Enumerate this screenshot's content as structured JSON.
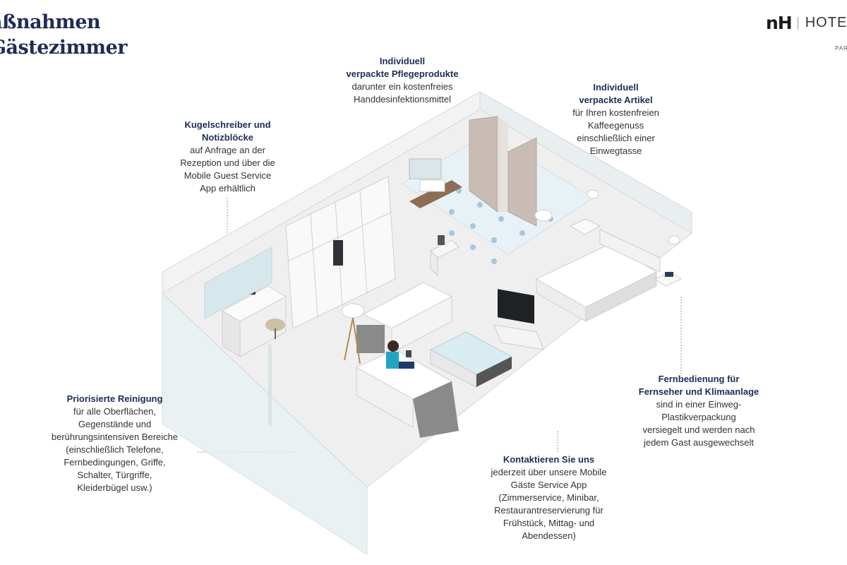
{
  "header": {
    "title_line1": "aßnahmen",
    "title_line2": "Gästezimmer",
    "brand_logo": "nH",
    "brand_name": "HOTE",
    "brand_sub": "PAR"
  },
  "callouts": {
    "pflege": {
      "title": "Individuell\nverpackte Pflegeprodukte",
      "body": "darunter ein kostenfreies\nHanddesinfektionsmittel"
    },
    "artikel": {
      "title": "Individuell\nverpackte Artikel",
      "body": "für Ihren kostenfreien\nKaffeegenuss\neinschließlich einer\nEinwegtasse"
    },
    "kugel": {
      "title": "Kugelschreiber und\nNotizblöcke",
      "body": "auf Anfrage an der\nRezeption und über die\nMobile Guest Service\nApp erhältlich"
    },
    "reinigung": {
      "title": "Priorisierte Reinigung",
      "body": "für alle Oberflächen,\nGegenstände und\nberührungsintensiven Bereiche\n(einschließlich Telefone,\nFernbedingungen, Griffe,\nSchalter,  Türgriffe,\nKleiderbügel usw.)"
    },
    "fernbedienung": {
      "title": "Fernbedienung für\nFernseher und Klimaanlage",
      "body": "sind in einer Einweg-\nPlastikverpackung\nversiegelt und werden nach\njedem Gast ausgewechselt"
    },
    "kontakt": {
      "title": "Kontaktieren Sie uns",
      "body": "jederzeit über unsere Mobile\nGäste Service App\n(Zimmerservice, Minibar,\nRestaurantreservierung für\nFrühstück, Mittag- und\nAbendessen)"
    }
  },
  "colors": {
    "navy": "#1d2d57",
    "floor": "#efefef",
    "wall": "#f7f7f7",
    "accent_blue": "#2aa0b8"
  }
}
